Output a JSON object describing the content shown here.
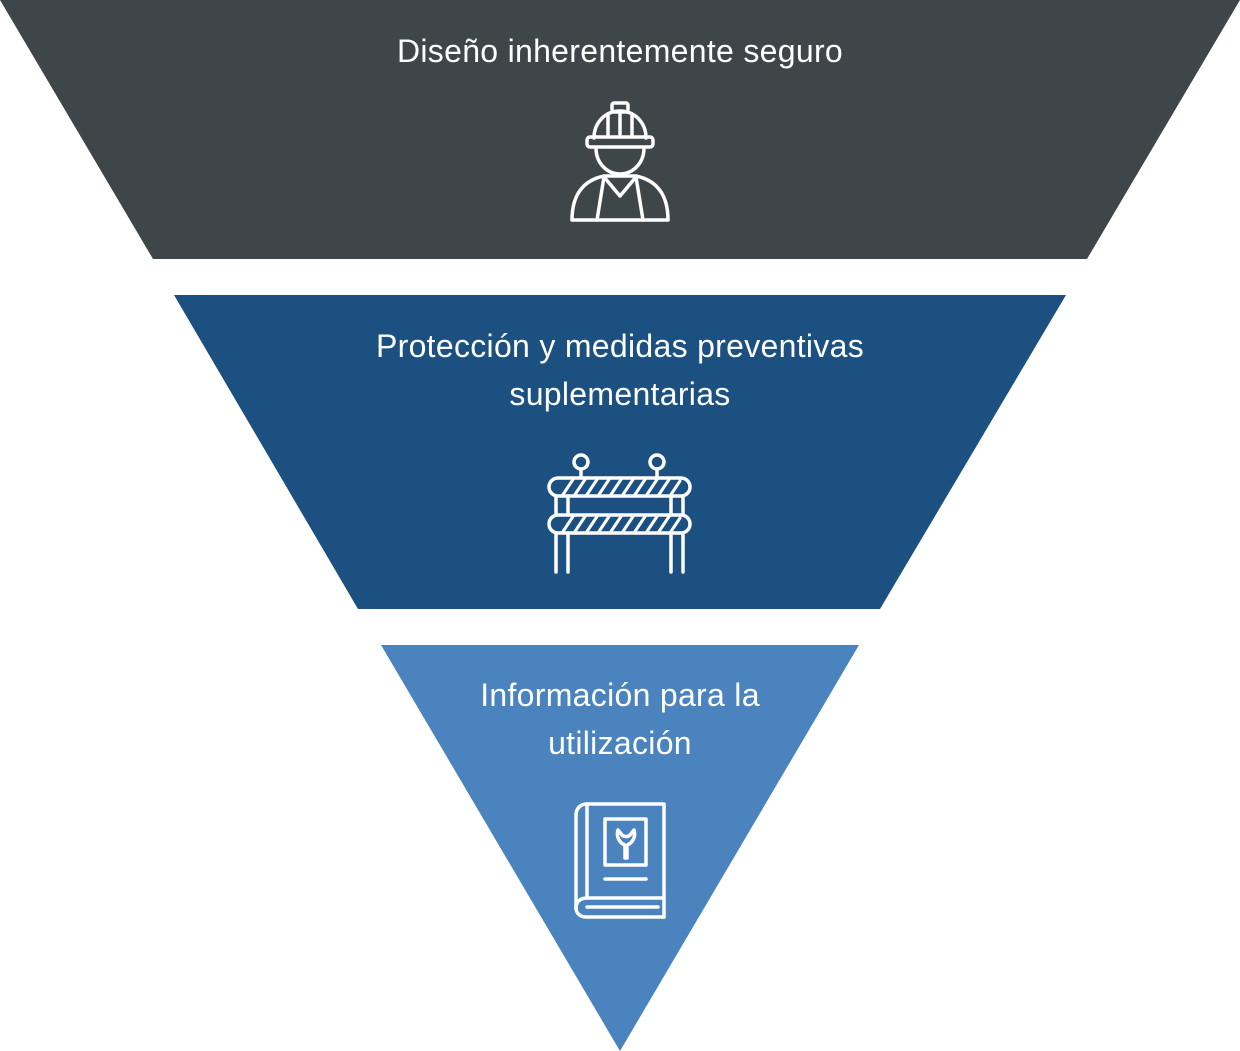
{
  "tiers": [
    {
      "lines": [
        "Diseño inherentemente seguro"
      ],
      "icon": "construction-worker-icon",
      "color": "#3f4649"
    },
    {
      "lines": [
        "Protección y medidas preventivas",
        "suplementarias"
      ],
      "icon": "barrier-icon",
      "color": "#1b5081"
    },
    {
      "lines": [
        "Información para la",
        "utilización"
      ],
      "icon": "manual-book-icon",
      "color": "#4a83bd"
    }
  ]
}
